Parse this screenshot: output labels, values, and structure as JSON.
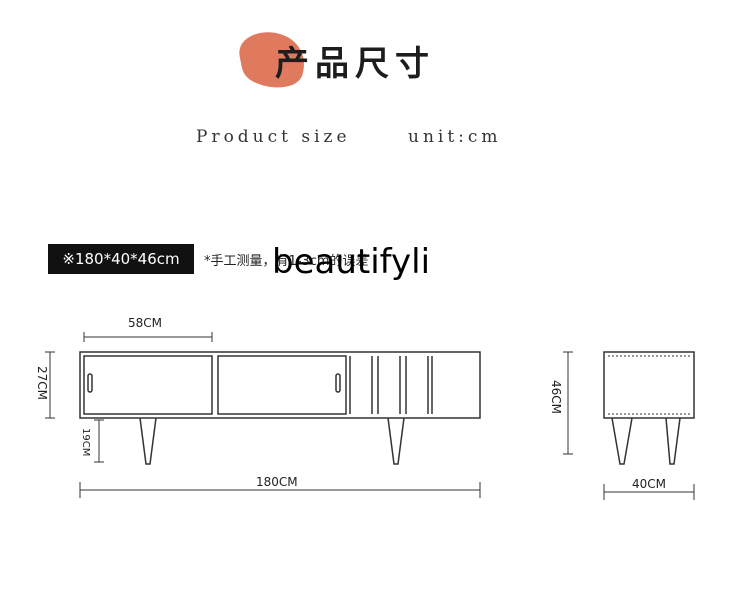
{
  "header": {
    "title": "产品尺寸",
    "subtitle": "Product size",
    "unit": "unit:cm",
    "blob_color": "#E07A5F"
  },
  "specs": {
    "overall_size": "※180*40*46cm",
    "measure_note": "*手工测量，有1-3cm的误差"
  },
  "watermark": "beautifyli",
  "dimensions": {
    "door_width": "58CM",
    "cabinet_height": "27CM",
    "leg_height": "19CM",
    "total_width": "180CM",
    "total_height": "46CM",
    "depth": "40CM"
  }
}
